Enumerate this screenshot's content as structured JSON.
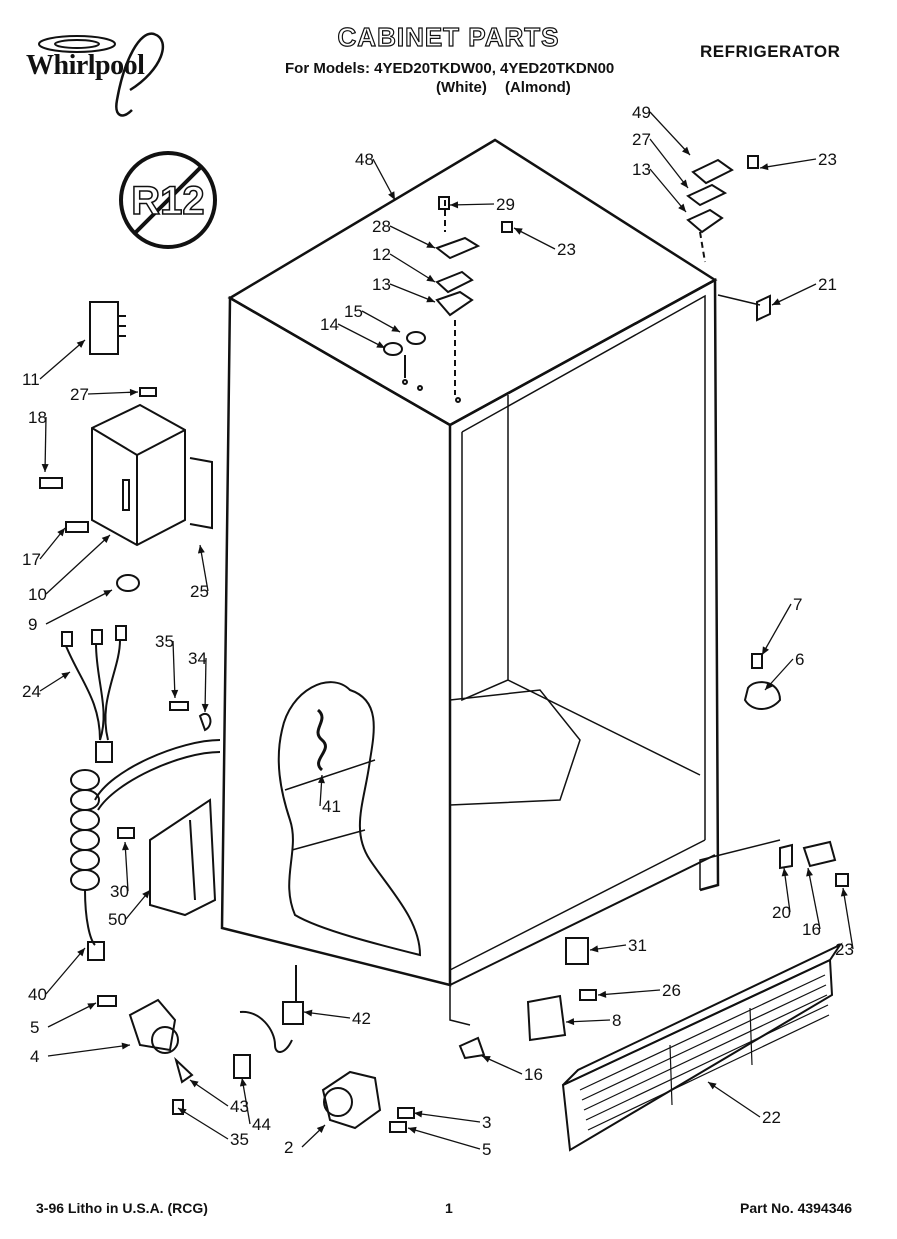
{
  "brand": "Whirlpool",
  "title": "CABINET PARTS",
  "doc_type": "REFRIGERATOR",
  "models_line": "For Models: 4YED20TKDW00, 4YED20TKDN00",
  "colors_line": "(White) (Almond)",
  "badge": "R12",
  "footer": {
    "left": "3-96 Litho in U.S.A. (RCG)",
    "center": "1",
    "right": "Part No. 4394346"
  },
  "callouts": [
    "48",
    "49",
    "27",
    "13",
    "23",
    "29",
    "28",
    "23",
    "12",
    "13",
    "21",
    "15",
    "14",
    "11",
    "27",
    "18",
    "17",
    "10",
    "25",
    "9",
    "7",
    "6",
    "35",
    "34",
    "24",
    "41",
    "30",
    "50",
    "40",
    "20",
    "16",
    "23",
    "31",
    "26",
    "8",
    "16",
    "22",
    "5",
    "42",
    "4",
    "43",
    "44",
    "35",
    "3",
    "2",
    "5"
  ]
}
